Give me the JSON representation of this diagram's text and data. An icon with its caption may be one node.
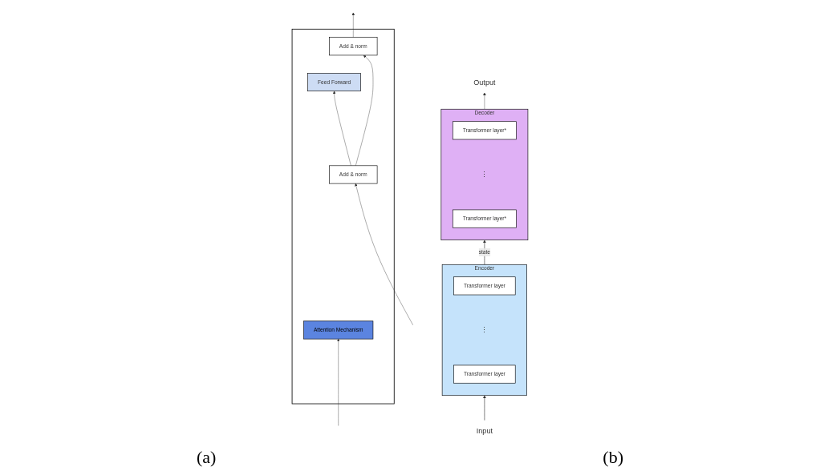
{
  "diagram": {
    "nodes": [
      {
        "text": [
          "Encoder"
        ]
      },
      {
        "text": [
          "Transformer layer"
        ],
        "in": 0
      },
      {
        "text": [
          "⋮"
        ],
        "in": 0
      },
      {
        "text": [
          "Transformer layer"
        ],
        "in": 0
      },
      {
        "text": [
          "Decoder"
        ]
      },
      {
        "text": [
          "Transformer layer*"
        ],
        "in": 4
      },
      {
        "text": [
          "⋮"
        ],
        "in": 4
      },
      {
        "text": [
          "Transformer layer*"
        ],
        "in": 4
      },
      {
        "text": [
          "Input"
        ]
      },
      {
        "text": [
          "Output"
        ]
      },
      {
        "text": [],
        "shape": "box"
      },
      {
        "text": [
          "Add & norm"
        ],
        "in": 10
      },
      {
        "text": [
          "Feed Forward"
        ],
        "in": 10
      },
      {
        "text": [
          "Add & norm"
        ],
        "in": 10
      },
      {
        "text": [
          "Attention Mechanism"
        ],
        "in": 10
      }
    ],
    "edges": [
      {
        "from": 8,
        "to": 0,
        "arrow": "to"
      },
      {
        "from": 0,
        "to": 4,
        "arrow": "to",
        "label": "state"
      },
      {
        "from": 4,
        "to": 9,
        "arrow": "to"
      },
      {
        "from": null,
        "to": 14,
        "arrow": "to"
      },
      {
        "from": null,
        "to": 13,
        "arrow": "to"
      },
      {
        "from": 13,
        "to": 12,
        "arrow": "to"
      },
      {
        "from": 13,
        "to": 11,
        "arrow": "to"
      },
      {
        "from": 11,
        "to": null,
        "arrow": "to"
      }
    ],
    "labels": [
      "(a)",
      "(b)"
    ]
  }
}
